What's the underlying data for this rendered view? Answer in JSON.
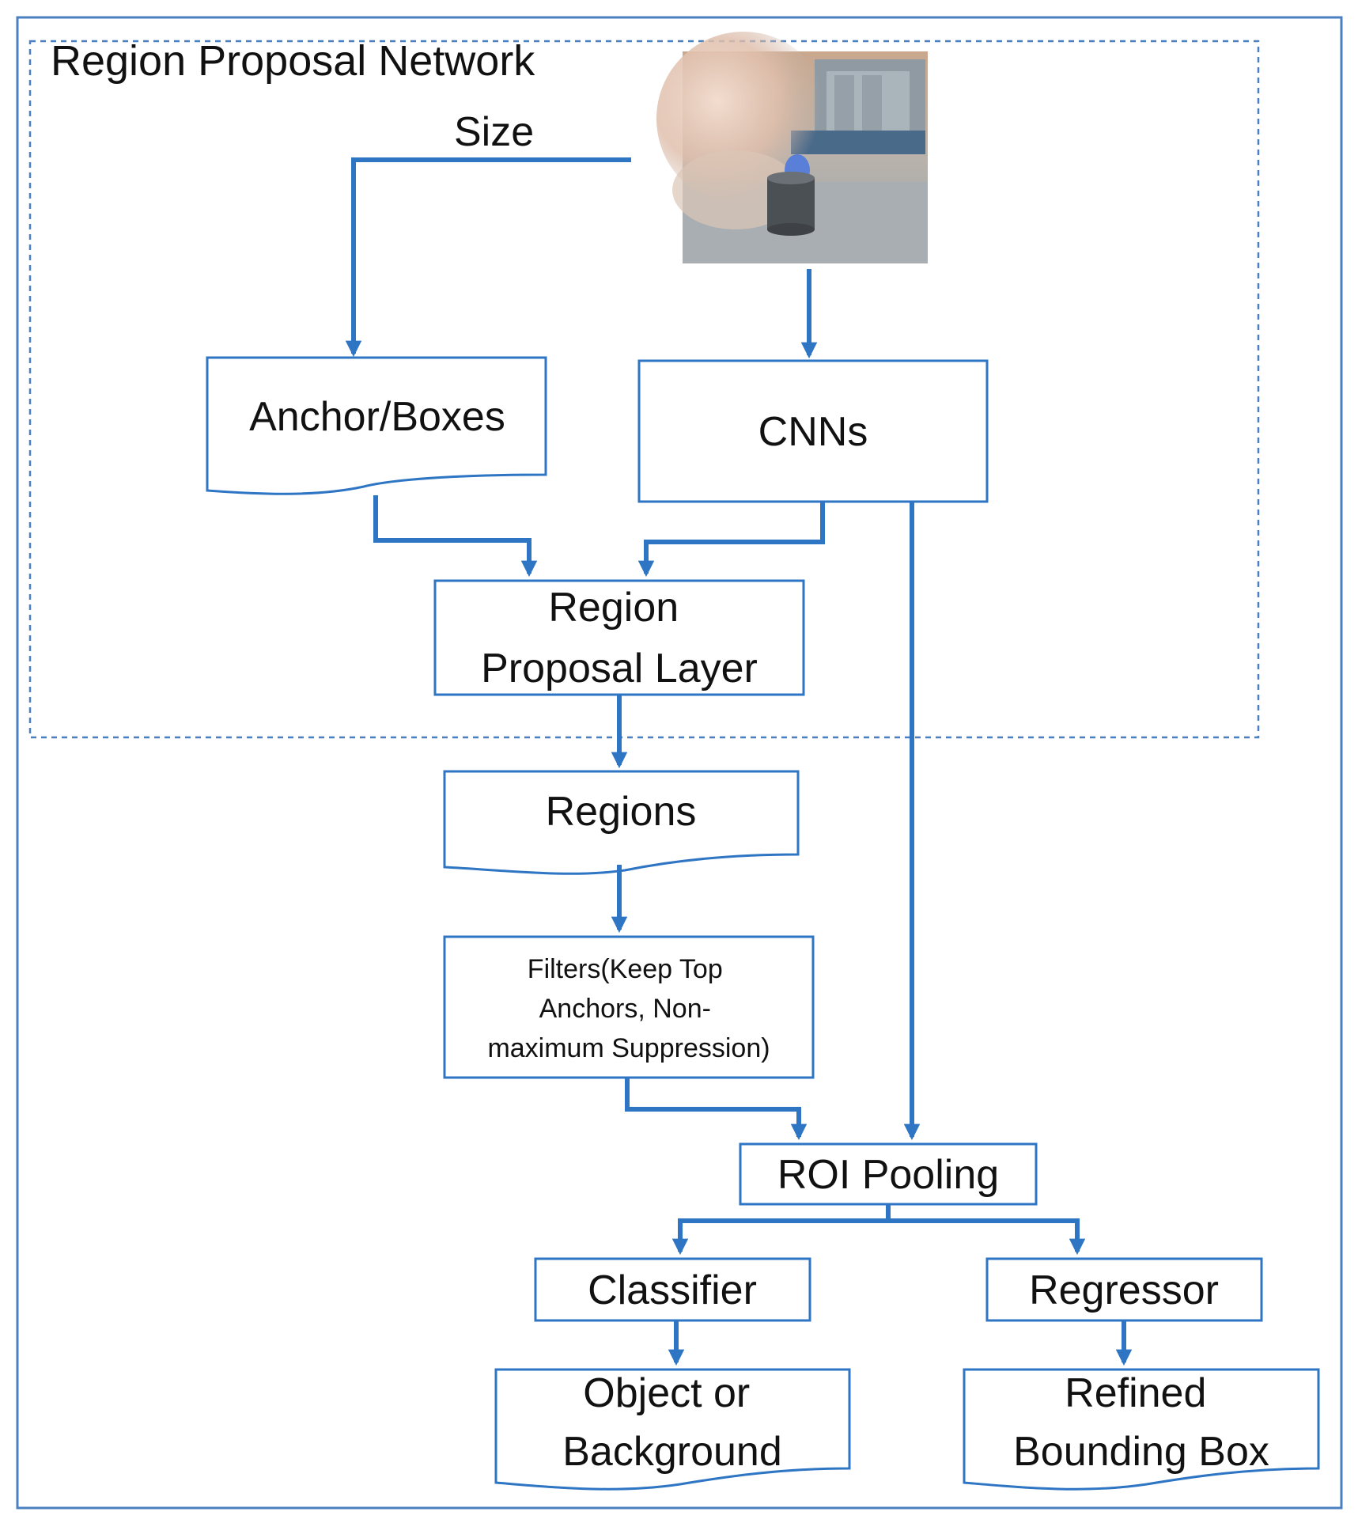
{
  "diagram": {
    "rpn_label": "Region Proposal Network",
    "size_label": "Size",
    "nodes": {
      "anchor_boxes": "Anchor/Boxes",
      "cnns": "CNNs",
      "region_proposal_layer": [
        "Region",
        "Proposal Layer"
      ],
      "regions": "Regions",
      "filters": [
        "Filters(Keep Top",
        "Anchors, Non-",
        "maximum Suppression)"
      ],
      "roi_pooling": "ROI Pooling",
      "classifier": "Classifier",
      "regressor": "Regressor",
      "object_or_background": [
        "Object or",
        "Background"
      ],
      "refined_bounding_box": [
        "Refined",
        "Bounding Box"
      ]
    },
    "colors": {
      "accent": "#2e75c4",
      "frame": "#4a7fc0",
      "text": "#111111"
    },
    "image": {
      "icon": "input-photo",
      "description_hidden": true
    }
  }
}
